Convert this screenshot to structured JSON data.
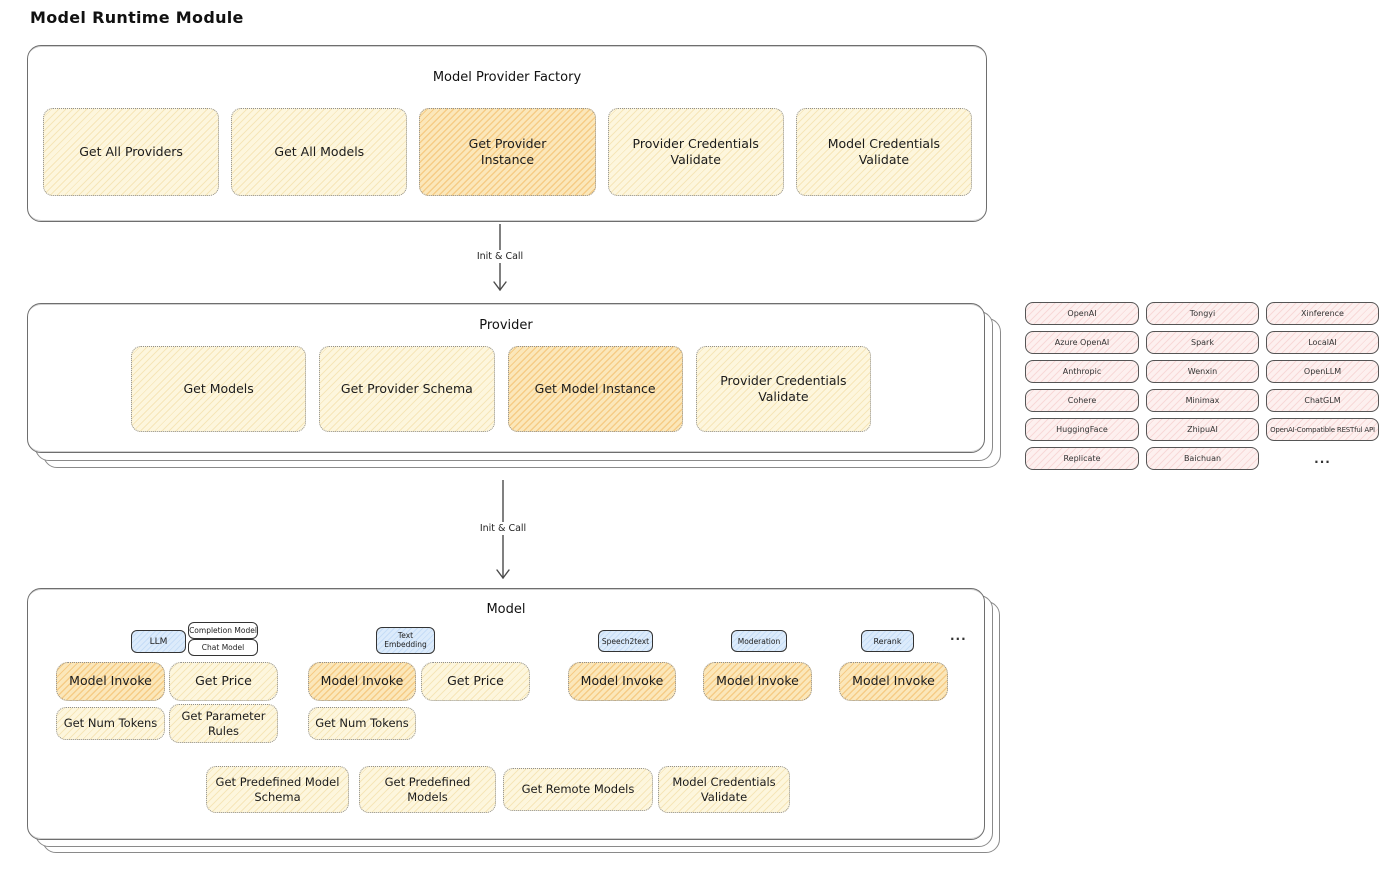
{
  "title": "Model Runtime Module",
  "arrows": {
    "a1": "Init & Call",
    "a2": "Init & Call"
  },
  "factory": {
    "title": "Model Provider Factory",
    "boxes": [
      "Get All Providers",
      "Get All Models",
      "Get Provider Instance",
      "Provider Credentials Validate",
      "Model Credentials Validate"
    ]
  },
  "provider": {
    "title": "Provider",
    "boxes": [
      "Get Models",
      "Get Provider Schema",
      "Get Model Instance",
      "Provider Credentials Validate"
    ]
  },
  "providers_grid": [
    [
      "OpenAI",
      "Tongyi",
      "Xinference"
    ],
    [
      "Azure OpenAI",
      "Spark",
      "LocalAI"
    ],
    [
      "Anthropic",
      "Wenxin",
      "OpenLLM"
    ],
    [
      "Cohere",
      "Minimax",
      "ChatGLM"
    ],
    [
      "HuggingFace",
      "ZhipuAI",
      "OpenAI-Compatible RESTful API"
    ],
    [
      "Replicate",
      "Baichuan",
      "..."
    ]
  ],
  "model": {
    "title": "Model",
    "tags": {
      "llm": "LLM",
      "completion": "Completion Model",
      "chat": "Chat Model",
      "embedding": "Text Embedding",
      "speech2text": "Speech2text",
      "moderation": "Moderation",
      "rerank": "Rerank",
      "more": "..."
    },
    "ops": {
      "llm_invoke": "Model Invoke",
      "llm_price": "Get Price",
      "llm_tokens": "Get Num Tokens",
      "llm_rules": "Get Parameter Rules",
      "emb_invoke": "Model Invoke",
      "emb_price": "Get Price",
      "emb_tokens": "Get Num Tokens",
      "s2t_invoke": "Model Invoke",
      "mod_invoke": "Model Invoke",
      "rerank_invoke": "Model Invoke",
      "schema": "Get Predefined Model Schema",
      "predefined": "Get Predefined Models",
      "remote": "Get Remote Models",
      "credentials": "Model Credentials Validate"
    }
  },
  "colors": {
    "node_yellow": "#fdf6dd",
    "node_highlight": "#fbe7ba",
    "provider_pink": "#fdf0ef",
    "tag_blue": "#dcebfb",
    "border_gray": "#6e6e6e"
  }
}
